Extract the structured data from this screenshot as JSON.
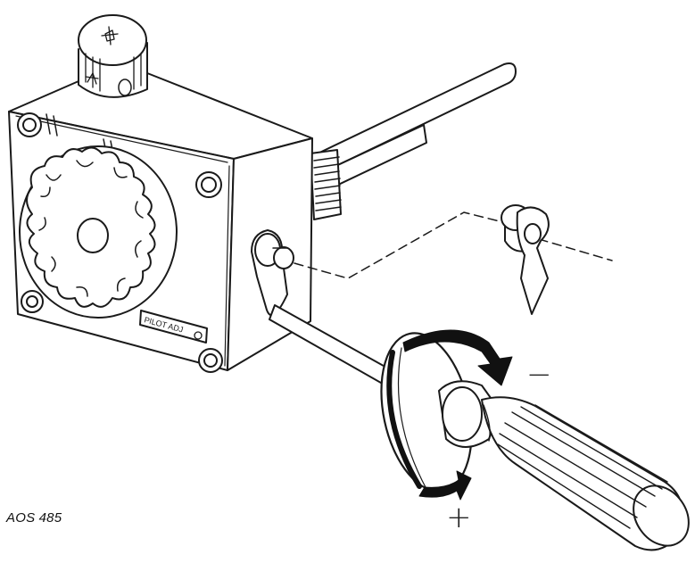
{
  "figure": {
    "reference": "AOS 485",
    "plate_label": "PILOT ADJ",
    "minus_sign": "−",
    "plus_sign": "+"
  },
  "colors": {
    "line": "#1a1a1a",
    "fill": "#ffffff",
    "arrow": "#111111"
  },
  "icons": {
    "body": "gas-valve-body",
    "knob": "control-knob",
    "stem": "pilot-adjust-screw",
    "tool": "screwdriver",
    "part": "pilot-tube-fitting"
  }
}
